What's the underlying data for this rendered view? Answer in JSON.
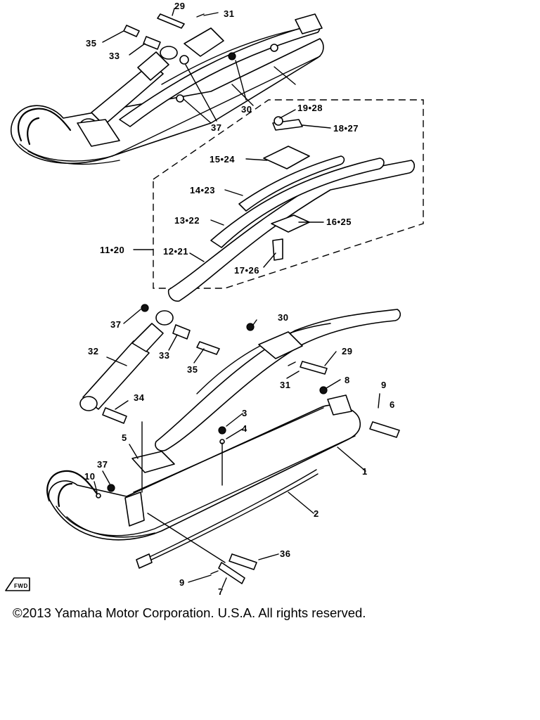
{
  "labels": {
    "l29a": "29",
    "l31a": "31",
    "l35a": "35",
    "l33a": "33",
    "l30a": "30",
    "l37a": "37",
    "l19_28": "19•28",
    "l18_27": "18•27",
    "l15_24": "15•24",
    "l14_23": "14•23",
    "l13_22": "13•22",
    "l16_25": "16•25",
    "l11_20": "11•20",
    "l12_21": "12•21",
    "l17_26": "17•26",
    "l37b": "37",
    "l30b": "30",
    "l32": "32",
    "l33b": "33",
    "l35b": "35",
    "l29b": "29",
    "l31b": "31",
    "l8": "8",
    "l9a": "9",
    "l6": "6",
    "l34": "34",
    "l3": "3",
    "l4": "4",
    "l5": "5",
    "l1": "1",
    "l37c": "37",
    "l10": "10",
    "l2": "2",
    "l36": "36",
    "l9b": "9",
    "l7": "7"
  },
  "fwd_badge": "FWD",
  "copyright": "©2013 Yamaha Motor Corporation. U.S.A. All rights reserved."
}
